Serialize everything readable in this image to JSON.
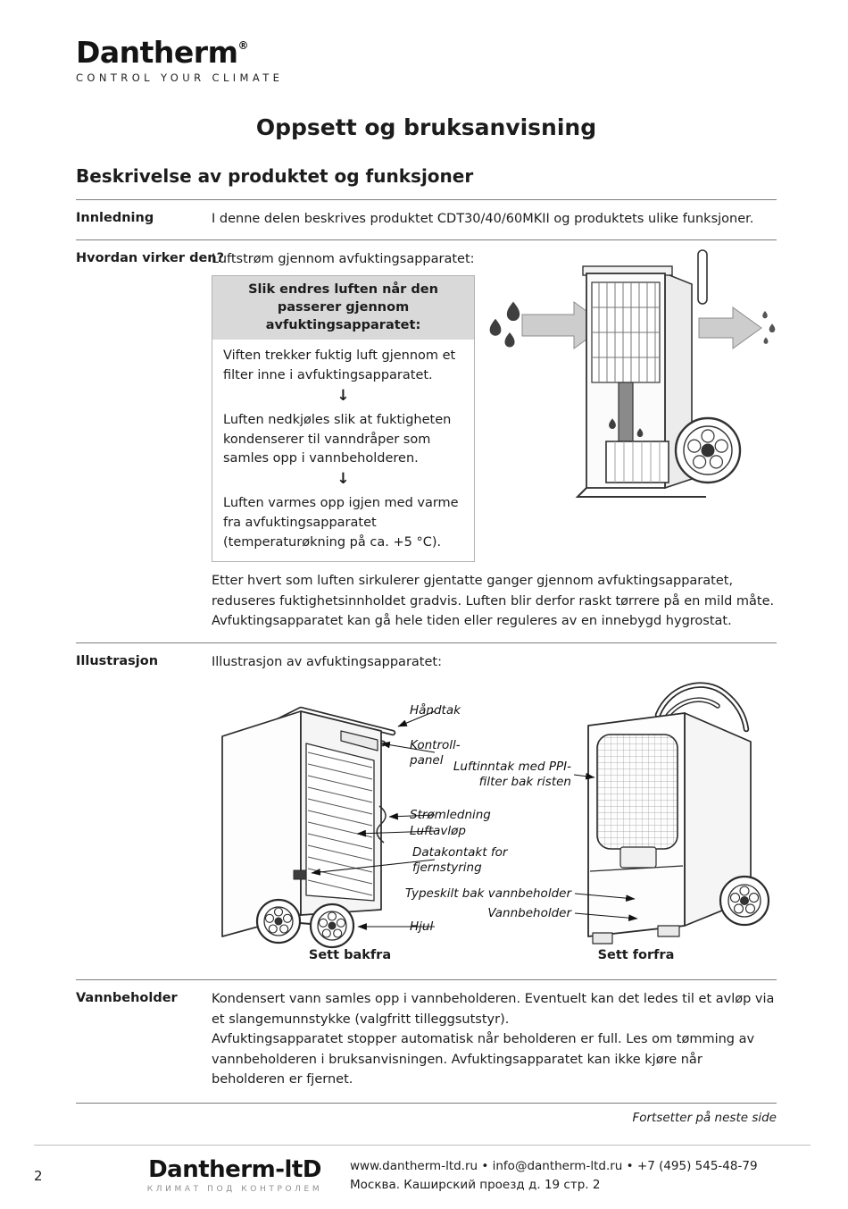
{
  "logo": {
    "brand": "Dantherm",
    "registered": "®",
    "tagline": "CONTROL YOUR CLIMATE"
  },
  "title": "Oppsett og bruksanvisning",
  "section_heading": "Beskrivelse av produktet og funksjoner",
  "sections": {
    "innledning": {
      "label": "Innledning",
      "text": "I denne delen beskrives produktet CDT30/40/60MKII og produktets ulike funksjoner."
    },
    "how": {
      "label": "Hvordan virker den?",
      "intro": "Luftstrøm gjennom avfuktingsapparatet:",
      "box_title": "Slik endres luften når den passerer gjennom avfuktingsapparatet:",
      "steps": [
        "Viften trekker fuktig luft gjennom et filter inne i avfuktingsapparatet.",
        "Luften nedkjøles slik at fuktigheten kondenserer til vanndråper som samles opp i vannbeholderen.",
        "Luften varmes opp igjen med varme fra avfuktingsapparatet (temperaturøkning på ca. +5 °C)."
      ],
      "arrow_glyph": "↓",
      "after_text": "Etter hvert som luften sirkulerer gjentatte ganger gjennom avfuktingsapparatet, reduseres fuktighetsinnholdet gradvis. Luften blir derfor raskt tørrere på en mild måte. Avfuktingsapparatet kan gå hele tiden eller reguleres av en innebygd hygrostat."
    },
    "illustration": {
      "label": "Illustrasjon",
      "intro": "Illustrasjon av avfuktingsapparatet:",
      "callouts": {
        "handtak": "Håndtak",
        "kontrollpanel": "Kontroll-panel",
        "stromledning": "Strømledning",
        "luftavlop": "Luftavløp",
        "datakontakt": "Datakontakt for fjernstyring",
        "hjul": "Hjul",
        "luftinntak": "Luftinntak med PPI-filter bak risten",
        "typeskilt": "Typeskilt bak vannbeholder",
        "vannbeholder": "Vannbeholder"
      },
      "caption_back": "Sett bakfra",
      "caption_front": "Sett forfra"
    },
    "tank": {
      "label": "Vannbeholder",
      "text1": "Kondensert vann samles opp i vannbeholderen. Eventuelt kan det ledes til et avløp via et slangemunnstykke (valgfritt tilleggsutstyr).",
      "text2": "Avfuktingsapparatet stopper automatisk når beholderen er full. Les om tømming av vannbeholderen i bruksanvisningen. Avfuktingsapparatet kan ikke kjøre når beholderen er fjernet."
    }
  },
  "continues": "Fortsetter på neste side",
  "footer": {
    "page_number": "2",
    "brand": "Dantherm-ltD",
    "tagline": "КЛИМАТ ПОД КОНТРОЛЕМ",
    "contact_line1": "www.dantherm-ltd.ru • info@dantherm-ltd.ru • +7 (495) 545-48-79",
    "contact_line2": "Москва. Каширский проезд д. 19 стр. 2"
  }
}
